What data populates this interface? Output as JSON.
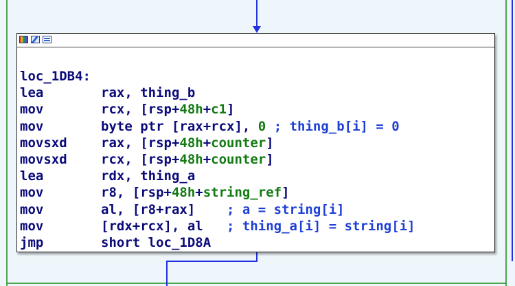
{
  "graph": {
    "edge_color": "#2233dd",
    "frame_color": "#1b8a1b",
    "background": "#eef6fb"
  },
  "node": {
    "header_icons": [
      "palette-icon",
      "edit-icon",
      "graph-icon"
    ],
    "label": "loc_1DB4:",
    "lines": [
      {
        "mnemonic": "lea",
        "parts": [
          {
            "t": "op",
            "v": "rax, thing_b"
          }
        ]
      },
      {
        "mnemonic": "mov",
        "parts": [
          {
            "t": "op",
            "v": "rcx, [rsp+"
          },
          {
            "t": "num",
            "v": "48h"
          },
          {
            "t": "op",
            "v": "+"
          },
          {
            "t": "var",
            "v": "c1"
          },
          {
            "t": "op",
            "v": "]"
          }
        ]
      },
      {
        "mnemonic": "mov",
        "parts": [
          {
            "t": "op",
            "v": "byte ptr [rax+rcx], "
          },
          {
            "t": "num",
            "v": "0"
          },
          {
            "t": "op",
            "v": " "
          },
          {
            "t": "cm",
            "v": "; thing_b[i] = 0"
          }
        ]
      },
      {
        "mnemonic": "movsxd",
        "parts": [
          {
            "t": "op",
            "v": "rax, [rsp+"
          },
          {
            "t": "num",
            "v": "48h"
          },
          {
            "t": "op",
            "v": "+"
          },
          {
            "t": "var",
            "v": "counter"
          },
          {
            "t": "op",
            "v": "]"
          }
        ]
      },
      {
        "mnemonic": "movsxd",
        "parts": [
          {
            "t": "op",
            "v": "rcx, [rsp+"
          },
          {
            "t": "num",
            "v": "48h"
          },
          {
            "t": "op",
            "v": "+"
          },
          {
            "t": "var",
            "v": "counter"
          },
          {
            "t": "op",
            "v": "]"
          }
        ]
      },
      {
        "mnemonic": "lea",
        "parts": [
          {
            "t": "op",
            "v": "rdx, thing_a"
          }
        ]
      },
      {
        "mnemonic": "mov",
        "parts": [
          {
            "t": "op",
            "v": "r8, [rsp+"
          },
          {
            "t": "num",
            "v": "48h"
          },
          {
            "t": "op",
            "v": "+"
          },
          {
            "t": "var",
            "v": "string_ref"
          },
          {
            "t": "op",
            "v": "]"
          }
        ]
      },
      {
        "mnemonic": "mov",
        "parts": [
          {
            "t": "op",
            "v": "al, [r8+rax]    "
          },
          {
            "t": "cm",
            "v": "; a = string[i]"
          }
        ]
      },
      {
        "mnemonic": "mov",
        "parts": [
          {
            "t": "op",
            "v": "[rdx+rcx], al   "
          },
          {
            "t": "cm",
            "v": "; thing_a[i] = string[i]"
          }
        ]
      },
      {
        "mnemonic": "jmp",
        "parts": [
          {
            "t": "op",
            "v": "short loc_1D8A"
          }
        ]
      }
    ]
  }
}
